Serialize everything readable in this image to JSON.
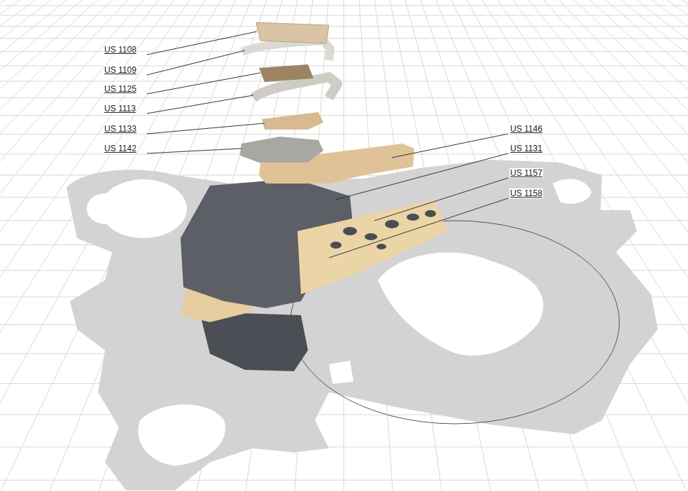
{
  "diagram": {
    "labels": [
      "US 1108",
      "US 1109",
      "US 1125",
      "US 1113",
      "US 1133",
      "US 1142",
      "US 1146",
      "US 1131",
      "US 1157",
      "US 1158"
    ]
  }
}
